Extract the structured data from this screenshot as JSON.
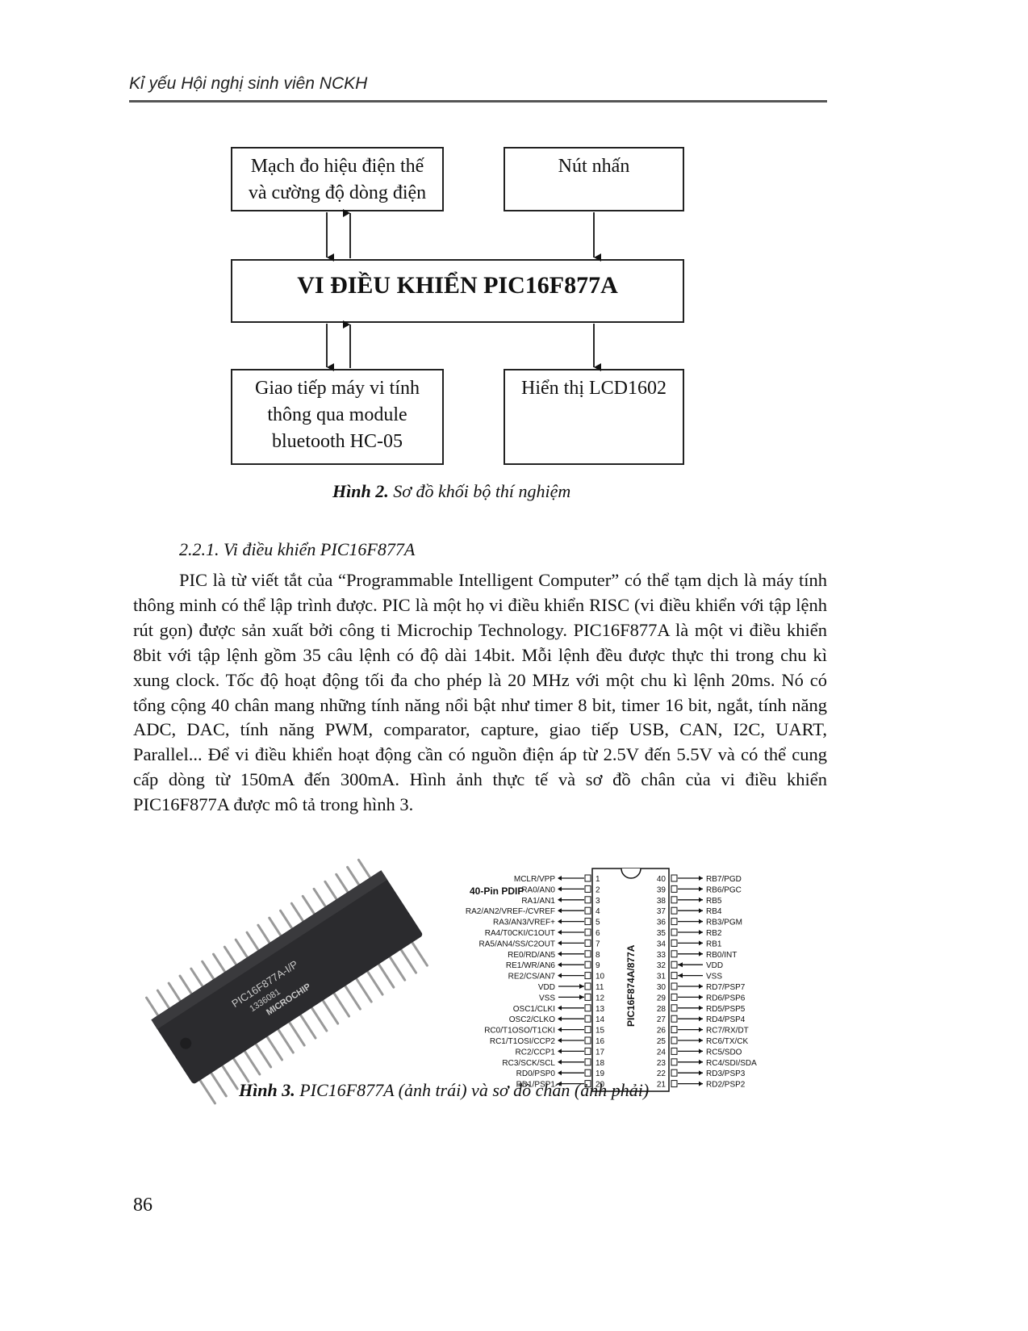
{
  "header": {
    "title": "Kỉ yếu Hội nghị sinh viên NCKH"
  },
  "diagram": {
    "box_measure_line1": "Mạch đo hiệu điện thế",
    "box_measure_line2": "và cường độ dòng điện",
    "box_button": "Nút nhấn",
    "box_mcu": "VI ĐIỀU KHIỂN PIC16F877A",
    "box_pc_line1": "Giao tiếp máy vi tính",
    "box_pc_line2": "thông qua module",
    "box_pc_line3": "bluetooth HC-05",
    "box_lcd": "Hiển thị LCD1602"
  },
  "figure2": {
    "label": "Hình 2.",
    "text": " Sơ đồ khối bộ thí nghiệm"
  },
  "section": {
    "heading": "2.2.1.  Vi điều khiển PIC16F877A"
  },
  "paragraph": "PIC là từ viết tắt của “Programmable Intelligent Computer” có thể tạm dịch là máy tính thông minh có thể lập trình được. PIC là một họ vi điều khiển RISC (vi điều khiển với tập lệnh rút gọn) được sản xuất bởi công ti Microchip Technology. PIC16F877A là một vi điều khiển 8bit với tập lệnh gồm 35 câu lệnh có độ dài 14bit. Mỗi lệnh đều được thực thi trong chu kì xung clock. Tốc độ hoạt động tối đa cho phép là 20 MHz với một chu kì lệnh 20ms. Nó có tổng cộng 40 chân mang những tính năng nổi bật như timer 8 bit, timer 16 bit, ngắt, tính năng ADC, DAC, tính năng PWM, comparator, capture, giao tiếp USB, CAN, I2C, UART, Parallel... Để vi điều khiển hoạt động cần có nguồn điện áp từ 2.5V đến 5.5V và có thể cung cấp dòng từ 150mA đến 300mA. Hình ảnh thực tế và sơ đồ chân của vi điều khiển PIC16F877A được mô tả trong hình 3.",
  "chip_photo": {
    "marking_line1": "PIC16F877A-I/P",
    "marking_line2": "1336081",
    "brand": "MICROCHIP"
  },
  "pinout": {
    "title": "40-Pin PDIP",
    "chip_label": "PIC16F874A/877A",
    "left": [
      "MCLR/VPP",
      "RA0/AN0",
      "RA1/AN1",
      "RA2/AN2/VREF-/CVREF",
      "RA3/AN3/VREF+",
      "RA4/T0CKI/C1OUT",
      "RA5/AN4/SS/C2OUT",
      "RE0/RD/AN5",
      "RE1/WR/AN6",
      "RE2/CS/AN7",
      "VDD",
      "VSS",
      "OSC1/CLKI",
      "OSC2/CLKO",
      "RC0/T1OSO/T1CKI",
      "RC1/T1OSI/CCP2",
      "RC2/CCP1",
      "RC3/SCK/SCL",
      "RD0/PSP0",
      "RD1/PSP1"
    ],
    "right": [
      "RB7/PGD",
      "RB6/PGC",
      "RB5",
      "RB4",
      "RB3/PGM",
      "RB2",
      "RB1",
      "RB0/INT",
      "VDD",
      "VSS",
      "RD7/PSP7",
      "RD6/PSP6",
      "RD5/PSP5",
      "RD4/PSP4",
      "RC7/RX/DT",
      "RC6/TX/CK",
      "RC5/SDO",
      "RC4/SDI/SDA",
      "RD3/PSP3",
      "RD2/PSP2"
    ],
    "left_nums": [
      "1",
      "2",
      "3",
      "4",
      "5",
      "6",
      "7",
      "8",
      "9",
      "10",
      "11",
      "12",
      "13",
      "14",
      "15",
      "16",
      "17",
      "18",
      "19",
      "20"
    ],
    "right_nums": [
      "40",
      "39",
      "38",
      "37",
      "36",
      "35",
      "34",
      "33",
      "32",
      "31",
      "30",
      "29",
      "28",
      "27",
      "26",
      "25",
      "24",
      "23",
      "22",
      "21"
    ]
  },
  "figure3": {
    "label": "Hình 3.",
    "text": " PIC16F877A (ảnh trái) và sơ đồ chân (ảnh phải)"
  },
  "page_number": "86"
}
